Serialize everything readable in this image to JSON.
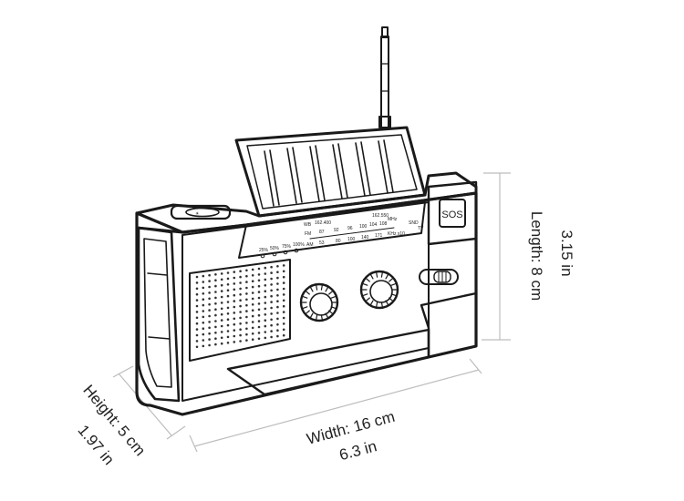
{
  "figure": {
    "dimensions": {
      "width_cm": "Width: 16 cm",
      "width_in": "6.3 in",
      "length_cm": "Length: 8 cm",
      "length_in": "3.15 in",
      "height_cm": "Height: 5 cm",
      "height_in": "1.97 in"
    },
    "radio": {
      "sos_label": "SOS",
      "dial": {
        "wb_label": "WB",
        "wb_range_start": "162.400",
        "wb_range_end": "162.550",
        "wb_unit": "MHz",
        "fm_label": "FM",
        "fm_ticks": [
          "87",
          "92",
          "96",
          "100",
          "104",
          "108"
        ],
        "am_label": "AM",
        "am_ticks": [
          "53",
          "80",
          "100",
          "140",
          "171"
        ],
        "am_unit": "KHz x10",
        "snd_label": "SND",
        "tv_label": "TV"
      },
      "battery_levels": [
        "25%",
        "50%",
        "75%",
        "100%"
      ]
    }
  }
}
